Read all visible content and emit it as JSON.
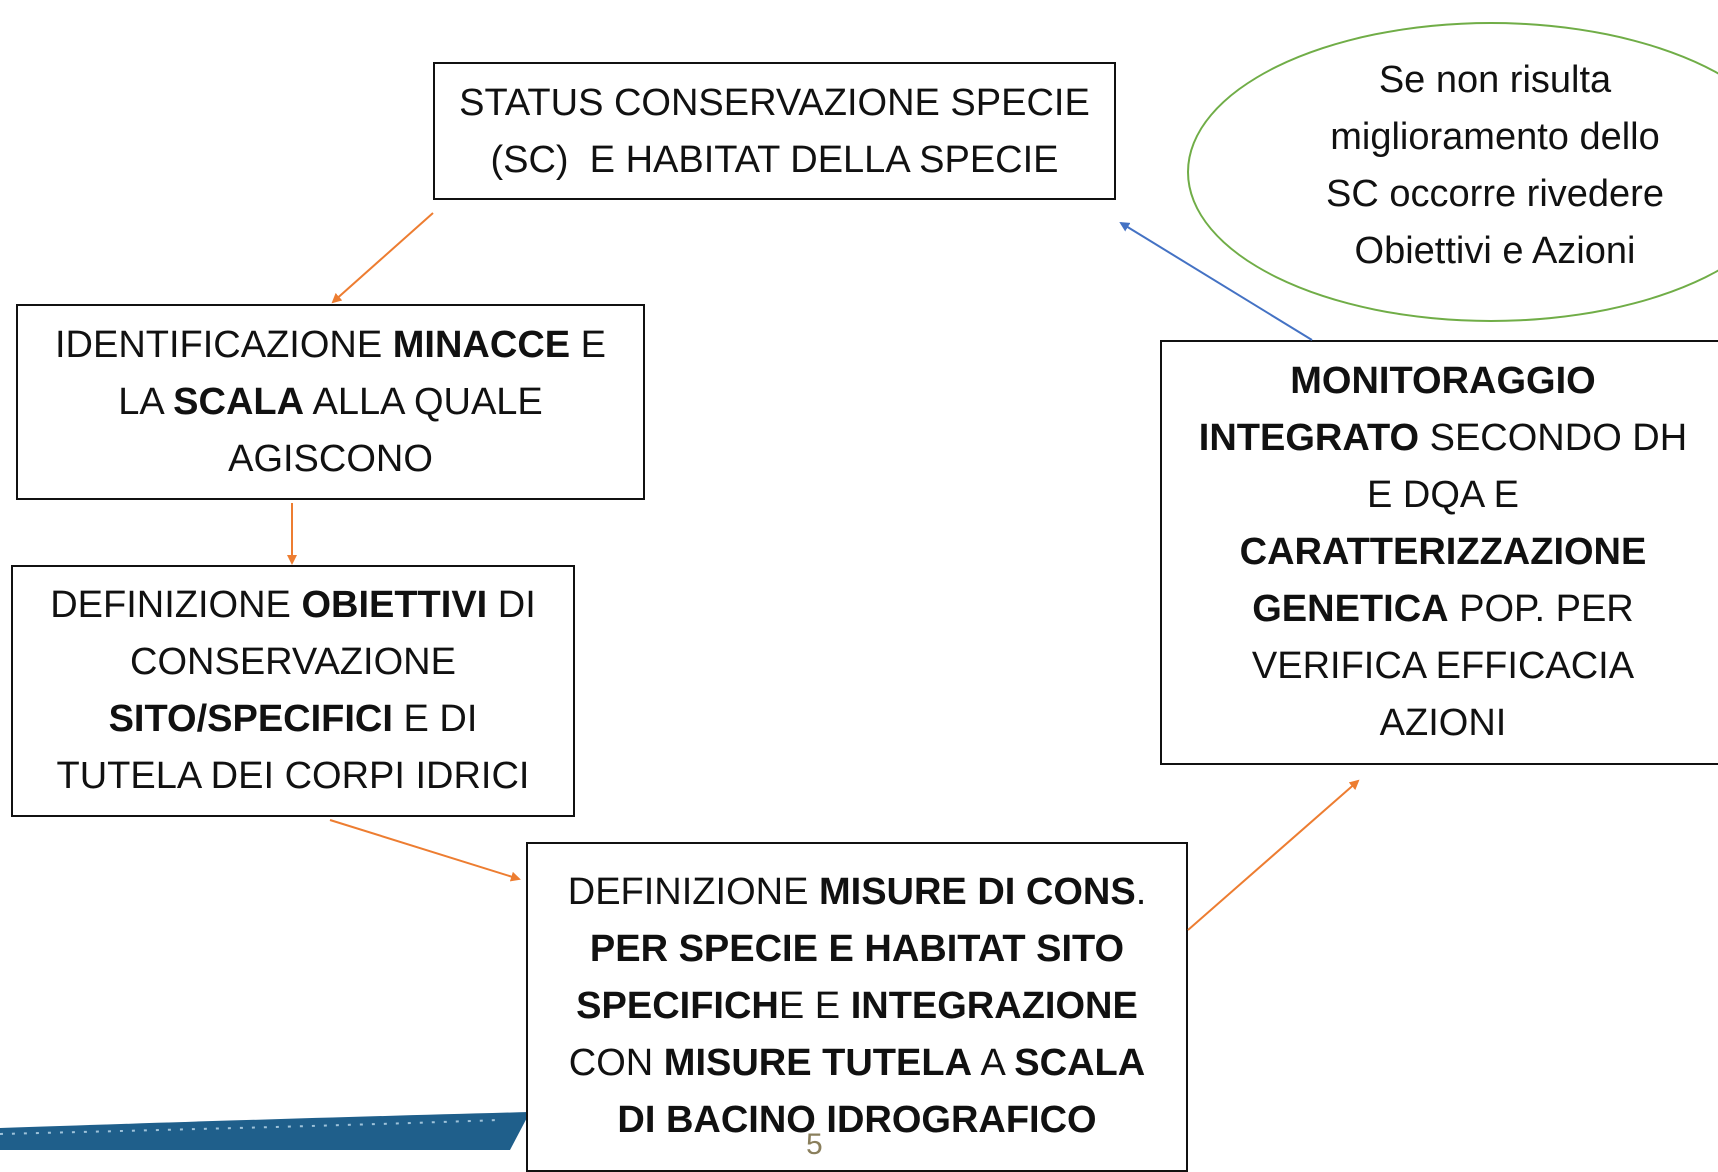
{
  "nodes": {
    "status": {
      "lines": [
        [
          {
            "t": "STATUS CONSERVAZIONE SPECIE",
            "b": false
          }
        ],
        [
          {
            "t": "(SC)  E HABITAT DELLA SPECIE",
            "b": false
          }
        ]
      ]
    },
    "minacce": {
      "lines": [
        [
          {
            "t": "IDENTIFICAZIONE ",
            "b": false
          },
          {
            "t": "MINACCE",
            "b": true
          },
          {
            "t": " E",
            "b": false
          }
        ],
        [
          {
            "t": "LA ",
            "b": false
          },
          {
            "t": "SCALA",
            "b": true
          },
          {
            "t": " ALLA QUALE",
            "b": false
          }
        ],
        [
          {
            "t": "AGISCONO",
            "b": false
          }
        ]
      ]
    },
    "obiettivi": {
      "lines": [
        [
          {
            "t": "DEFINIZIONE ",
            "b": false
          },
          {
            "t": "OBIETTIVI",
            "b": true
          },
          {
            "t": " DI",
            "b": false
          }
        ],
        [
          {
            "t": "CONSERVAZIONE",
            "b": false
          }
        ],
        [
          {
            "t": "SITO/SPECIFICI",
            "b": true
          },
          {
            "t": " E DI",
            "b": false
          }
        ],
        [
          {
            "t": "TUTELA DEI CORPI IDRICI",
            "b": false
          }
        ]
      ]
    },
    "misure": {
      "lines": [
        [
          {
            "t": "DEFINIZIONE ",
            "b": false
          },
          {
            "t": "MISURE DI CONS",
            "b": true
          },
          {
            "t": ".",
            "b": false
          }
        ],
        [
          {
            "t": "PER SPECIE E HABITAT SITO",
            "b": true
          }
        ],
        [
          {
            "t": "SPECIFICH",
            "b": true
          },
          {
            "t": "E E ",
            "b": false
          },
          {
            "t": "INTEGRAZIONE",
            "b": true
          }
        ],
        [
          {
            "t": "CON ",
            "b": false
          },
          {
            "t": "MISURE TUTELA",
            "b": true
          },
          {
            "t": " A ",
            "b": false
          },
          {
            "t": "SCALA",
            "b": true
          }
        ],
        [
          {
            "t": "DI BACINO IDROGRAFICO",
            "b": true
          }
        ]
      ]
    },
    "monitoraggio": {
      "lines": [
        [
          {
            "t": "MONITORAGGIO",
            "b": true
          }
        ],
        [
          {
            "t": "INTEGRATO",
            "b": true
          },
          {
            "t": " SECONDO DH",
            "b": false
          }
        ],
        [
          {
            "t": "E DQA E",
            "b": false
          }
        ],
        [
          {
            "t": "CARATTERIZZAZIONE",
            "b": true
          }
        ],
        [
          {
            "t": "GENETICA",
            "b": true
          },
          {
            "t": " POP. PER",
            "b": false
          }
        ],
        [
          {
            "t": "VERIFICA EFFICACIA",
            "b": false
          }
        ],
        [
          {
            "t": "AZIONI",
            "b": false
          }
        ]
      ]
    }
  },
  "callout": {
    "lines": [
      "Se non risulta",
      "miglioramento dello",
      "SC occorre rivedere",
      "Obiettivi e Azioni"
    ]
  },
  "page_number": "5",
  "colors": {
    "arrow_orange": "#ed7d31",
    "arrow_blue": "#4472c4",
    "ellipse_border": "#70ad47",
    "wave": "#1f5f8b"
  }
}
